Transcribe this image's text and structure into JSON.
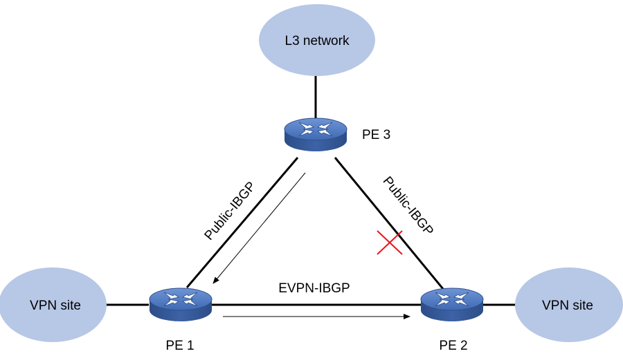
{
  "clouds": {
    "l3": "L3 network",
    "vpn_left": "VPN site",
    "vpn_right": "VPN site"
  },
  "routers": {
    "pe1": "PE 1",
    "pe2": "PE 2",
    "pe3": "PE 3"
  },
  "links": {
    "pe3_pe1": "Public-IBGP",
    "pe3_pe2": "Public-IBGP",
    "pe1_pe2": "EVPN-IBGP"
  },
  "colors": {
    "cloud_fill": "#b7c7e6",
    "router_top": "#4f7bc4",
    "router_side": "#2d4f8a",
    "link": "#000000",
    "fault_mark": "#e8141b"
  },
  "icons": {
    "router": "router-icon",
    "fault": "link-fault-x-icon"
  }
}
